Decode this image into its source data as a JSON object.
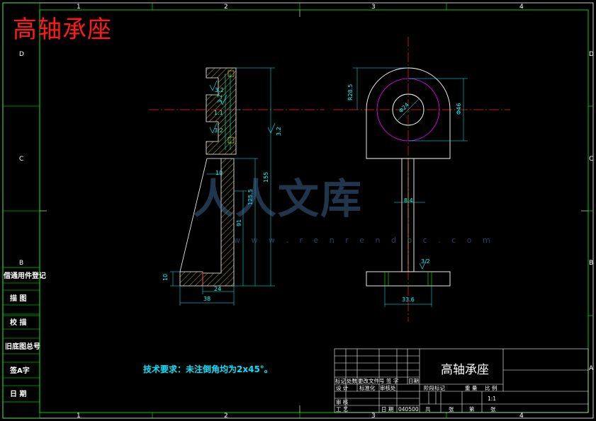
{
  "title": "高轴承座",
  "technical_note": "技术要求：未注倒角均为2x45°。",
  "watermark": {
    "text": "人人文库",
    "url": "w w w . r e n r e n d o c . c o m"
  },
  "grid": {
    "columns": [
      "1",
      "2",
      "3",
      "4"
    ],
    "rows": [
      "D",
      "C",
      "B",
      "A"
    ]
  },
  "side_table": [
    "借通用件登记",
    "描  图",
    "校  描",
    "旧底图总号",
    "签A字",
    "日  期"
  ],
  "dimensions": {
    "roughness": [
      "3.2",
      "3.2",
      "3.2",
      "3.2",
      "3.2"
    ],
    "side": [
      "1.1",
      "10",
      "155",
      "125.5",
      "91",
      "10",
      "24",
      "38"
    ],
    "front": [
      "R28.5",
      "Φ24",
      "Φ46",
      "8.4",
      "33.6"
    ]
  },
  "title_block": {
    "title": "高轴承座",
    "row1": [
      "标记",
      "处数",
      "更改文件号",
      "签 字",
      "日期"
    ],
    "row2": [
      "设 计",
      "标准化",
      "审核处"
    ],
    "row3": [
      "审 核",
      "工 艺",
      "日 期"
    ],
    "date_code": "040500",
    "mid_labels": [
      "阶段标记",
      "重 量",
      "比 例"
    ],
    "scale": "1:1",
    "bottom": [
      "共",
      "张",
      "第",
      "张"
    ]
  }
}
